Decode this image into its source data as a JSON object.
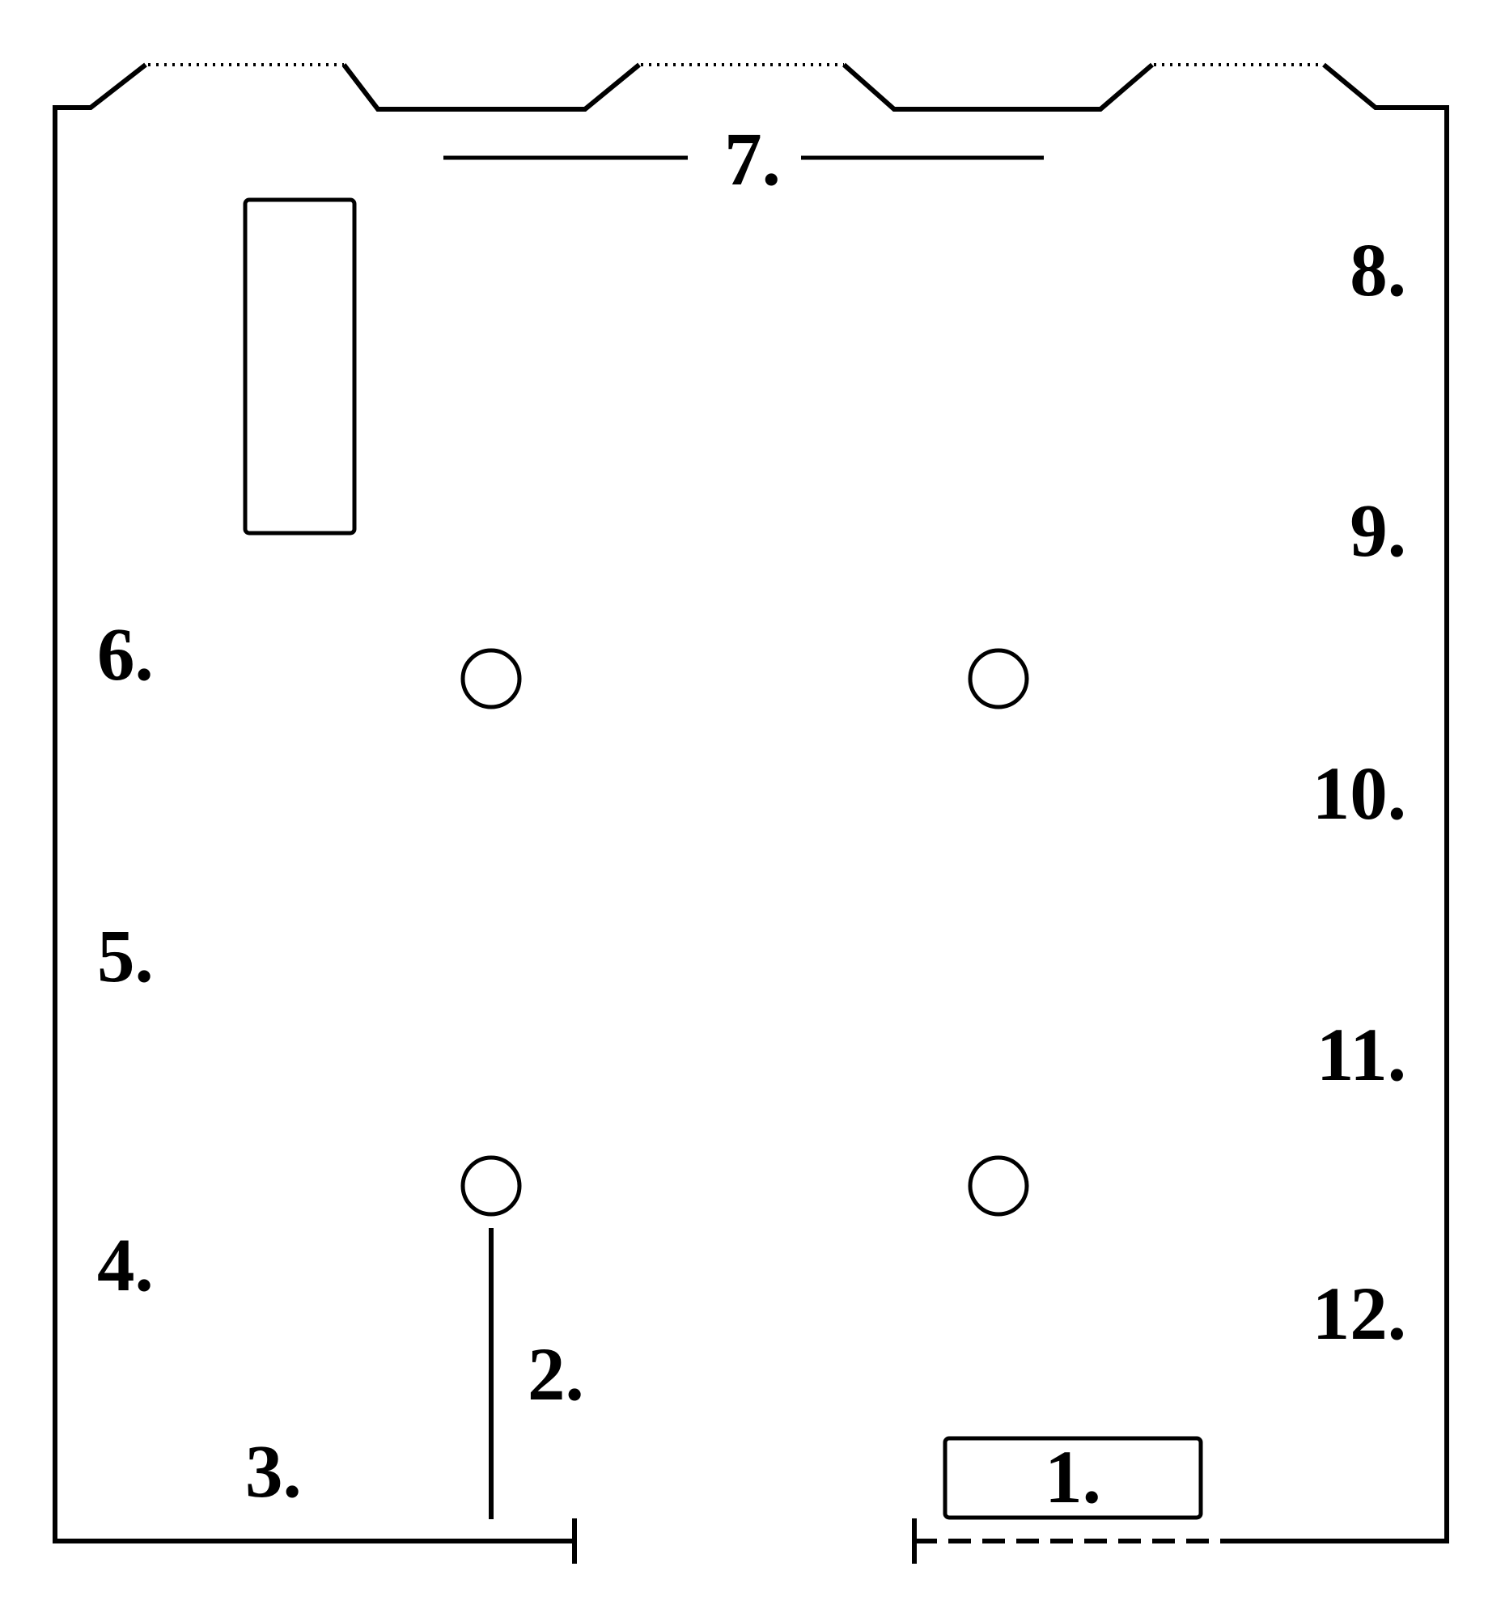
{
  "labels": {
    "l1": "1.",
    "l2": "2.",
    "l3": "3.",
    "l4": "4.",
    "l5": "5.",
    "l6": "6.",
    "l7": "7.",
    "l8": "8.",
    "l9": "9.",
    "l10": "10.",
    "l11": "11.",
    "l12": "12."
  },
  "colors": {
    "stroke": "#000000",
    "background": "#ffffff"
  }
}
